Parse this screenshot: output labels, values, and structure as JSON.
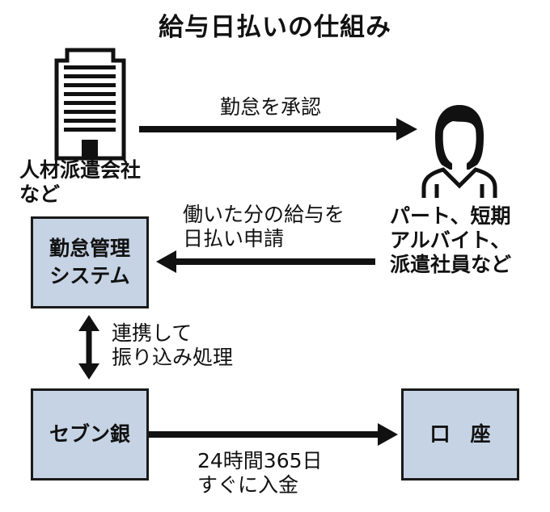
{
  "title": "給与日払いの仕組み",
  "nodes": {
    "company": {
      "icon": "office-building-icon",
      "label_line1": "人材派遣会社",
      "label_line2": "など"
    },
    "worker": {
      "icon": "person-icon",
      "label_line1": "パート、短期",
      "label_line2": "アルバイト、",
      "label_line3": "派遣社員など"
    },
    "attendance_system": {
      "label_line1": "勤怠管理",
      "label_line2": "システム"
    },
    "seven_bank": {
      "label": "セブン銀"
    },
    "account": {
      "label": "口　座"
    }
  },
  "edges": {
    "approve": {
      "label": "勤怠を承認"
    },
    "request": {
      "label_line1": "働いた分の給与を",
      "label_line2": "日払い申請"
    },
    "transfer": {
      "label_line1": "連携して",
      "label_line2": "振り込み処理"
    },
    "deposit": {
      "label_line1": "24時間365日",
      "label_line2": "すぐに入金"
    }
  },
  "colors": {
    "box_fill": "#c5d3e4",
    "stroke": "#111111"
  }
}
